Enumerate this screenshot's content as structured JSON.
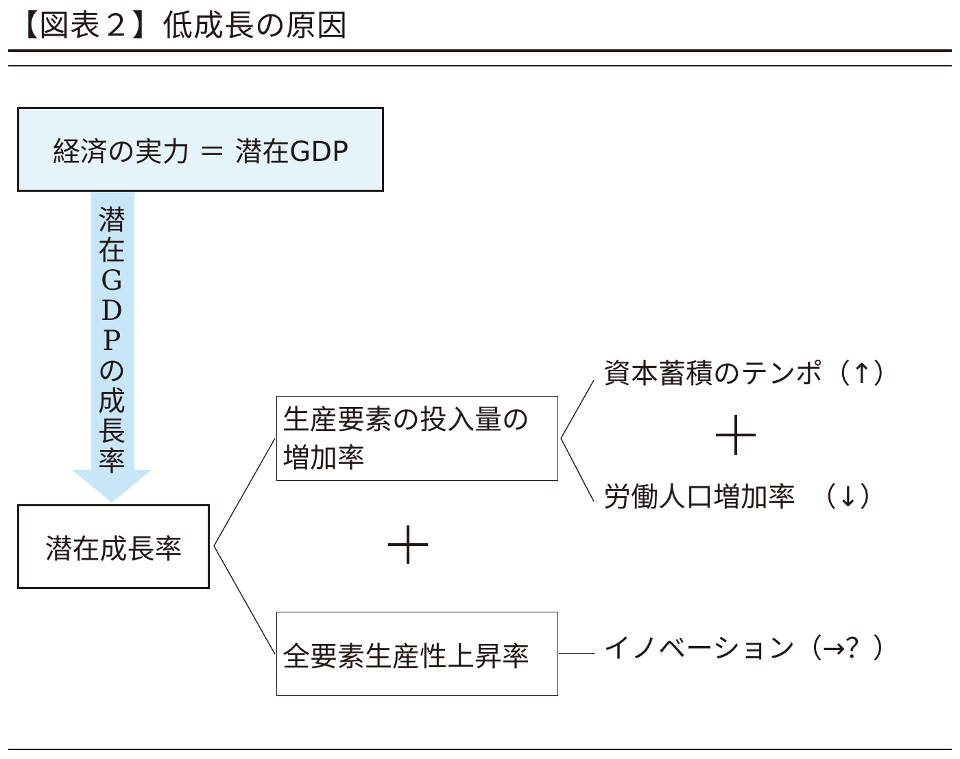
{
  "title": "【図表２】低成長の原因",
  "top_box": {
    "label": "経済の実力 ＝ 潜在GDP"
  },
  "arrow": {
    "text": [
      "潜",
      "在",
      "G",
      "D",
      "P",
      "の",
      "成",
      "長",
      "率"
    ]
  },
  "potential_box": {
    "label": "潜在成長率"
  },
  "factor_box": {
    "line1": "生産要素の投入量の",
    "line2": "増加率"
  },
  "tfp_box": {
    "label": "全要素生産性上昇率"
  },
  "capital": {
    "label": "資本蓄積のテンポ（↑）"
  },
  "labor": {
    "label": "労働人口増加率　（↓）"
  },
  "innovation": {
    "label": "イノベーション（→？）"
  },
  "colors": {
    "top_box_fill": "#e5f4fb",
    "arrow_fill": "#c7e6f7",
    "ink": "#231815"
  }
}
